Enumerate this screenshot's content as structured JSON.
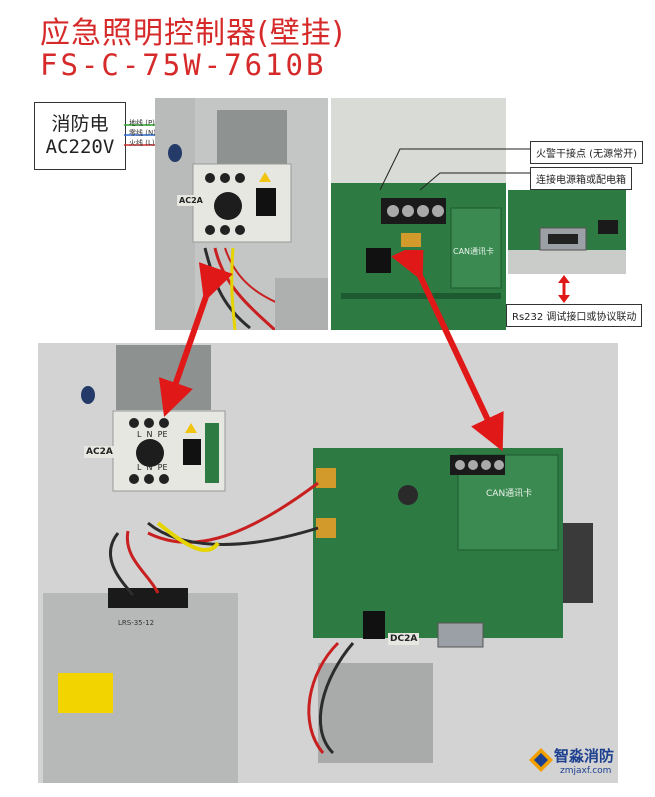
{
  "title": "应急照明控制器(壁挂)",
  "model": "FS-C-75W-7610B",
  "fire_power": {
    "line1": "消防电",
    "line2": "AC220V"
  },
  "wires": {
    "ground": "地线 (P)",
    "neutral": "零线 (N)",
    "live": "火线 (L)"
  },
  "callouts": {
    "fire_alarm": "火警干接点 (无源常开)",
    "power_box": "连接电源箱或配电箱",
    "rs232": "Rs232 调试接口或协议联动"
  },
  "module_labels": {
    "ac2a": "AC2A",
    "pins_top": "L  N  PE",
    "pins_bottom": "L  N  PE",
    "dc2a": "DC2A",
    "can_card": "CAN通讯卡",
    "psu_label": "LRS-35-12"
  },
  "brand": {
    "name": "智淼消防",
    "url": "zmjaxf.com"
  },
  "colors": {
    "title": "#d62a2a",
    "arrow": "#e01818",
    "brand": "#1c3f8f",
    "pcb": "#2e7a43"
  }
}
